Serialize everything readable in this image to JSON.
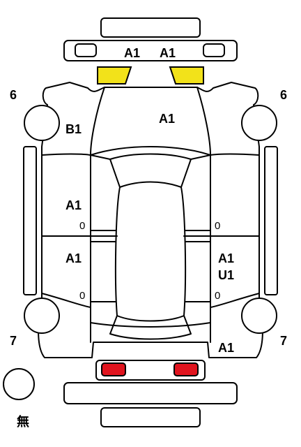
{
  "labels": {
    "front_bumper_left": "A1",
    "front_bumper_right": "A1",
    "hood": "A1",
    "front_fender_left": "B1",
    "front_door_left": "A1",
    "rear_door_left": "A1",
    "rear_door_right": "A1",
    "rear_door_right_2": "U1",
    "rear_fender_right": "A1",
    "wheel_front_left": "6",
    "wheel_front_right": "6",
    "wheel_rear_left": "7",
    "wheel_rear_right": "7",
    "spare_tire": "無",
    "mark_front_left_door": "0",
    "mark_rear_left_door": "0",
    "mark_front_right_door": "0",
    "mark_rear_right_door": "0"
  },
  "colors": {
    "headlight": "#f2e21a",
    "taillight": "#e0141e",
    "outline": "#000000",
    "panel": "#ffffff"
  }
}
